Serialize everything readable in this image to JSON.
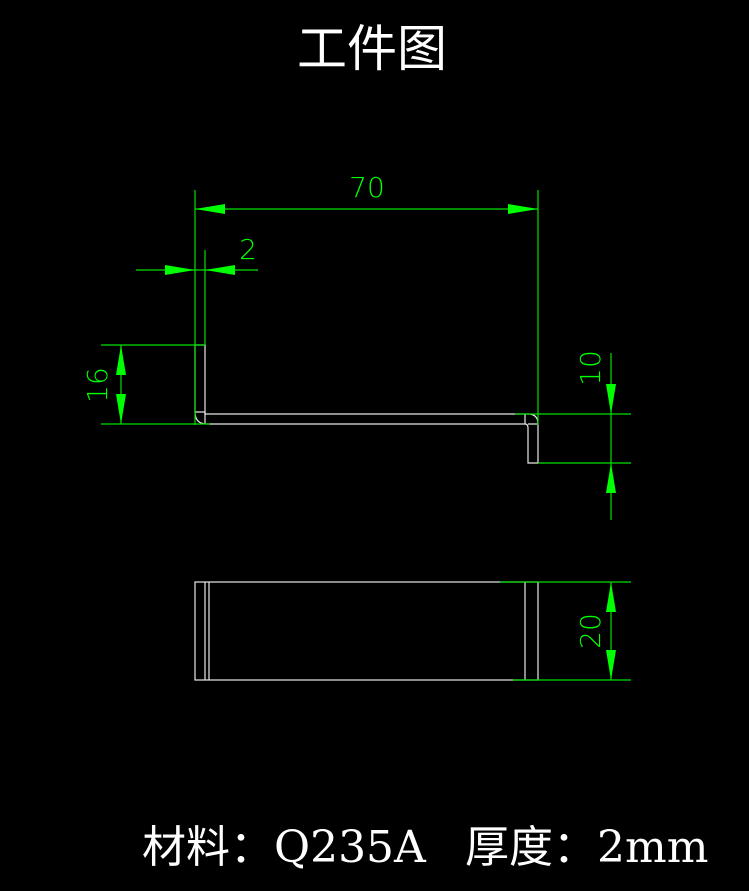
{
  "title": "工件图",
  "dimensions": {
    "overall_length": "70",
    "thickness": "2",
    "left_flange_height": "16",
    "right_flange_height": "10",
    "width": "20"
  },
  "footer": {
    "material_label": "材料：Q235A",
    "thickness_label": "厚度：2mm"
  },
  "colors": {
    "background": "#000000",
    "part_lines": "#e8e8e8",
    "dimension_lines": "#00ff00"
  }
}
